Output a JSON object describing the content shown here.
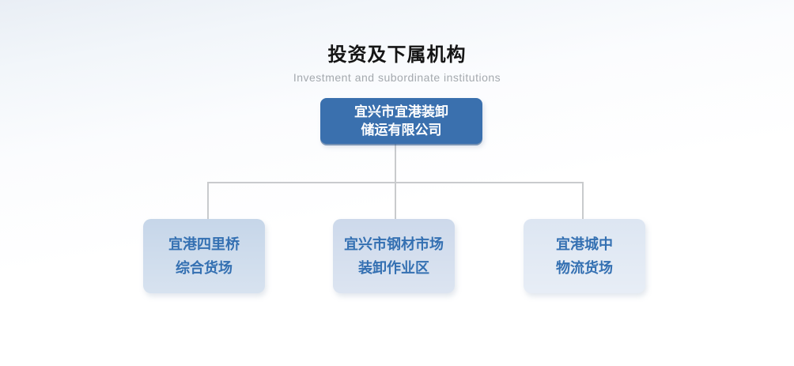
{
  "page": {
    "title": "投资及下属机构",
    "subtitle": "Investment and subordinate institutions"
  },
  "org_chart": {
    "root": {
      "line1": "宜兴市宜港装卸",
      "line2": "储运有限公司"
    },
    "children": [
      {
        "line1": "宜港四里桥",
        "line2": "综合货场"
      },
      {
        "line1": "宜兴市钢材市场",
        "line2": "装卸作业区"
      },
      {
        "line1": "宜港城中",
        "line2": "物流货场"
      }
    ]
  },
  "colors": {
    "root-bg": "#3a70ae",
    "root-text": "#ffffff",
    "child-text": "#3470b2",
    "child-bg-left": "#c6d6e9",
    "child-bg-middle": "#cdd9eb",
    "child-bg-right": "#dde6f2",
    "connector": "#c9cbcd"
  }
}
